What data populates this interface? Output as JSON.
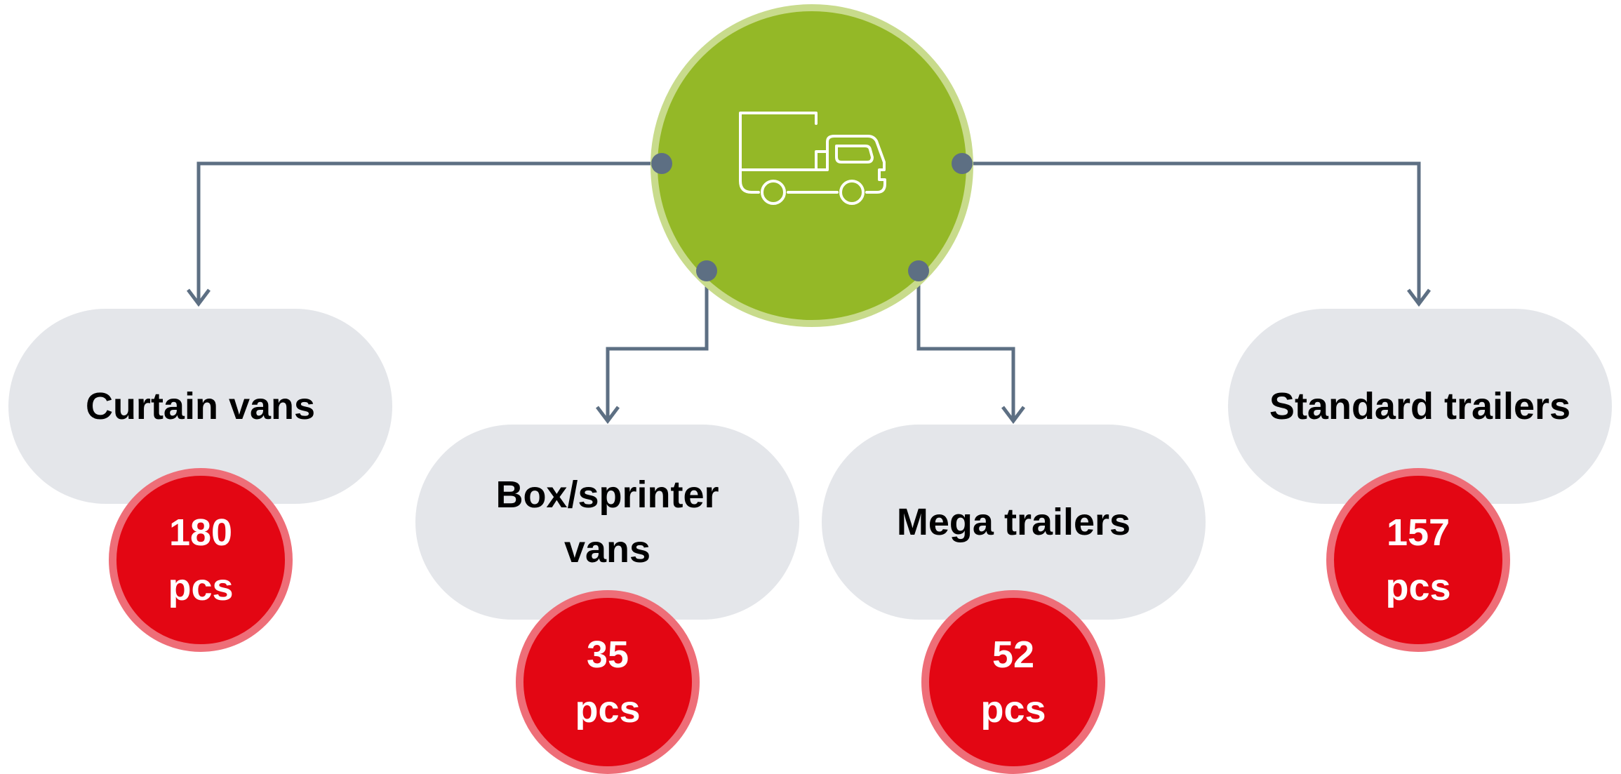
{
  "colors": {
    "hub_fill": "#94b827",
    "hub_ring": "#c8db8c",
    "connector": "#5d6f83",
    "pill_fill": "#e4e6ea",
    "badge_fill": "#e30613",
    "badge_ring": "#ee6e78"
  },
  "hub": {
    "icon": "truck-icon"
  },
  "categories": [
    {
      "label": "Curtain vans",
      "value": "180",
      "unit": "pcs"
    },
    {
      "label": "Box/sprinter\nvans",
      "value": "35",
      "unit": "pcs"
    },
    {
      "label": "Mega trailers",
      "value": "52",
      "unit": "pcs"
    },
    {
      "label": "Standard trailers",
      "value": "157",
      "unit": "pcs"
    }
  ]
}
